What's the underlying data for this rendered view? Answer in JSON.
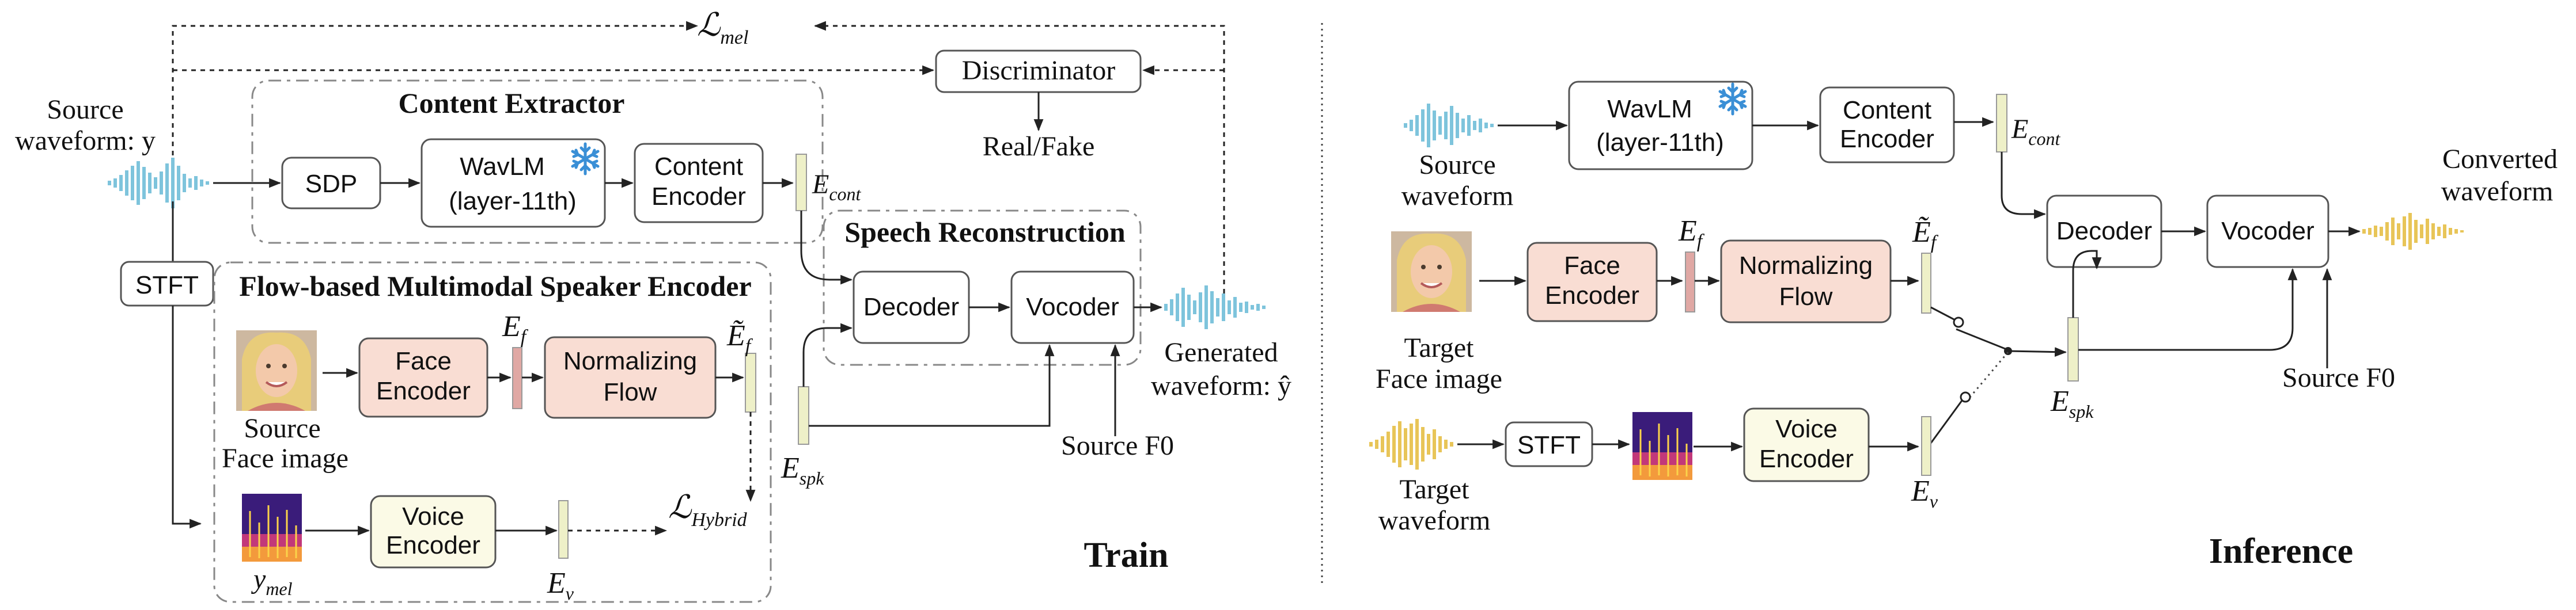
{
  "train": {
    "section_title": "Train",
    "loss_mel": "ℒmel",
    "loss_hybrid": "ℒHybrid",
    "source_waveform_label_line1": "Source",
    "source_waveform_label_line2": "waveform: y",
    "discriminator": "Discriminator",
    "real_fake": "Real/Fake",
    "content_extractor_title": "Content Extractor",
    "sdp": "SDP",
    "wavlm_line1": "WavLM",
    "wavlm_line2": "(layer-11th)",
    "content_encoder_line1": "Content",
    "content_encoder_line2": "Encoder",
    "e_cont": "Econt",
    "speech_reconstruction_title": "Speech Reconstruction",
    "decoder": "Decoder",
    "vocoder": "Vocoder",
    "generated_waveform_line1": "Generated",
    "generated_waveform_line2": "waveform: ŷ",
    "source_f0": "Source F0",
    "stft": "STFT",
    "flow_encoder_title": "Flow-based Multimodal Speaker Encoder",
    "source_face_line1": "Source",
    "source_face_line2": "Face image",
    "face_encoder_line1": "Face",
    "face_encoder_line2": "Encoder",
    "e_f": "Ef",
    "normalizing_flow_line1": "Normalizing",
    "normalizing_flow_line2": "Flow",
    "e_f_tilde": "Ẽf",
    "e_spk": "Espk",
    "y_mel": "ymel",
    "voice_encoder_line1": "Voice",
    "voice_encoder_line2": "Encoder",
    "e_v": "Ev"
  },
  "inference": {
    "section_title": "Inference",
    "source_waveform_line1": "Source",
    "source_waveform_line2": "waveform",
    "wavlm_line1": "WavLM",
    "wavlm_line2": "(layer-11th)",
    "content_encoder_line1": "Content",
    "content_encoder_line2": "Encoder",
    "e_cont": "Econt",
    "target_face_line1": "Target",
    "target_face_line2": "Face image",
    "face_encoder_line1": "Face",
    "face_encoder_line2": "Encoder",
    "e_f": "Ef",
    "normalizing_flow_line1": "Normalizing",
    "normalizing_flow_line2": "Flow",
    "e_f_tilde": "Ẽf",
    "e_spk": "Espk",
    "target_waveform_line1": "Target",
    "target_waveform_line2": "waveform",
    "stft": "STFT",
    "voice_encoder_line1": "Voice",
    "voice_encoder_line2": "Encoder",
    "e_v": "Ev",
    "decoder": "Decoder",
    "vocoder": "Vocoder",
    "source_f0": "Source F0",
    "converted_waveform_line1": "Converted",
    "converted_waveform_line2": "waveform"
  },
  "icons": {
    "frozen": "snowflake-icon",
    "face": "face-photo-icon",
    "spectrogram": "spectrogram-icon",
    "waveform": "waveform-icon"
  },
  "colors": {
    "face_encoder_fill": "#f9ddd3",
    "voice_encoder_fill": "#fbfae6",
    "source_wave": "#7ec4dc",
    "converted_wave": "#e8c558",
    "face_embedding": "#e0a8a4",
    "speaker_embedding": "#eef0c8",
    "snowflake": "#3a8fd6"
  }
}
